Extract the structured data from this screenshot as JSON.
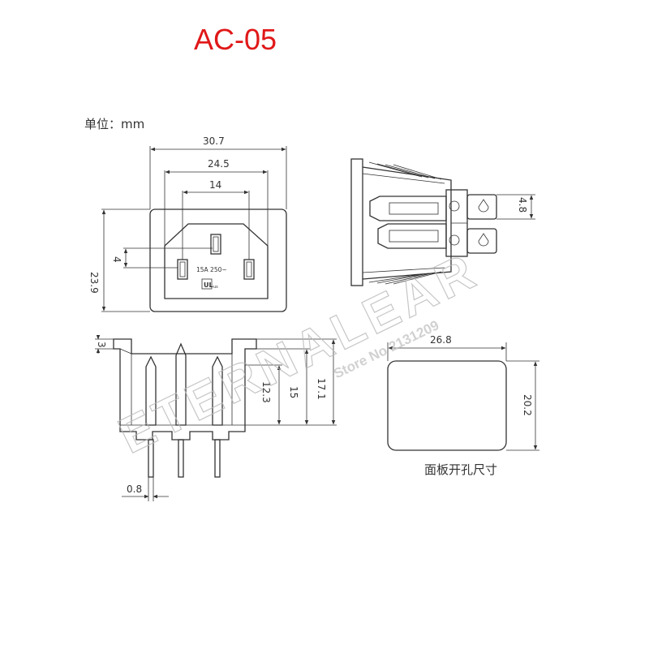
{
  "title": "AC-05",
  "unit_label": "单位：mm",
  "caption": "面板开孔尺寸",
  "front_view": {
    "dim_overall_width": "30.7",
    "dim_inner_width": "24.5",
    "dim_pin_span": "14",
    "dim_height": "23.9",
    "dim_pin_offset": "4",
    "rating_text": "15A 250~"
  },
  "side_view": {
    "dim_terminal_pitch": "4.8"
  },
  "section_view": {
    "dim_flange": "3",
    "dim_12_3": "12.3",
    "dim_15": "15",
    "dim_17_1": "17.1",
    "dim_pin_thickness": "0.8"
  },
  "panel_cutout": {
    "dim_width": "26.8",
    "dim_height": "20.2"
  },
  "watermark": {
    "brand": "ETERNALEAR",
    "store": "Store No 2131209"
  }
}
